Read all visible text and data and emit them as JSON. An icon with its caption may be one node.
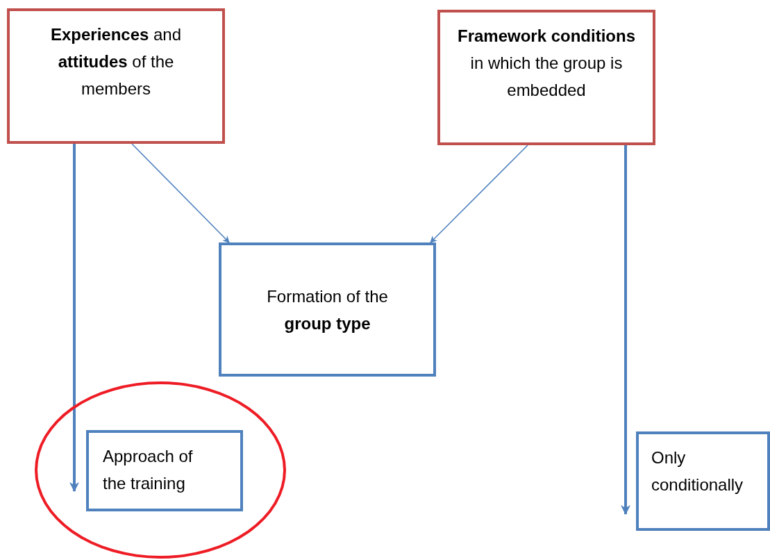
{
  "diagram": {
    "nodes": [
      {
        "text": [
          "**Experiences** and **attitudes** of the members"
        ]
      },
      {
        "text": [
          "**Framework conditions** in which the group is embedded"
        ]
      },
      {
        "text": [
          "Formation of the **group type**"
        ]
      },
      {
        "text": [],
        "shape": "circle"
      },
      {
        "text": [
          "Approach of the training"
        ],
        "in": 3
      },
      {
        "text": [
          "Only conditionally"
        ]
      }
    ],
    "edges": [
      {
        "from": 0,
        "to": 2,
        "arrow": "to"
      },
      {
        "from": 1,
        "to": 2,
        "arrow": "to"
      },
      {
        "from": 0,
        "to": 4,
        "arrow": "to",
        "style": "thick"
      },
      {
        "from": 1,
        "to": 5,
        "arrow": "to",
        "style": "thick"
      }
    ]
  }
}
